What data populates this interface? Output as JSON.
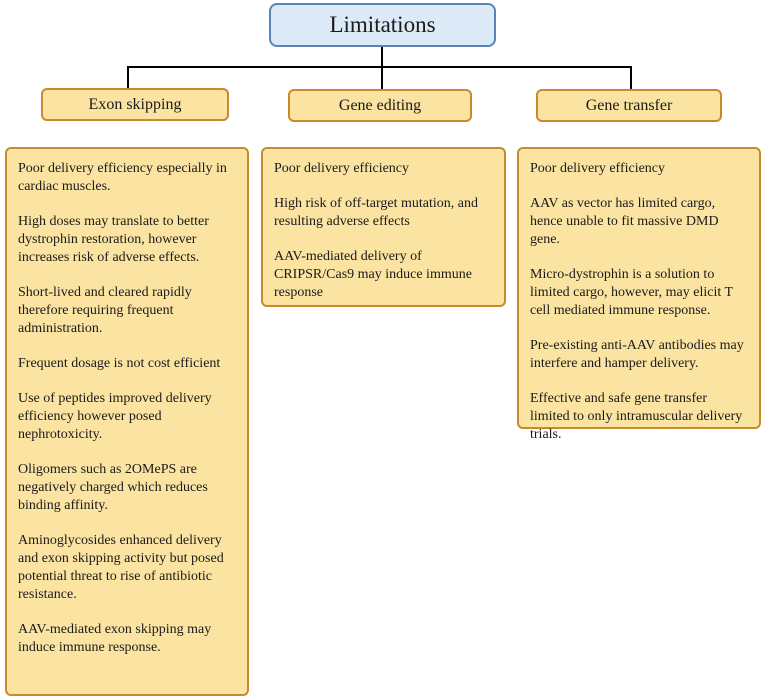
{
  "root": {
    "label": "Limitations"
  },
  "columns": [
    {
      "title": "Exon skipping",
      "items": [
        "Poor delivery efficiency especially in cardiac muscles.",
        "High doses may translate to better dystrophin restoration, however increases risk of adverse effects.",
        "Short-lived and cleared rapidly therefore requiring frequent administration.",
        "Frequent dosage is not cost efficient",
        "Use of peptides improved delivery efficiency however posed nephrotoxicity.",
        "Oligomers such as 2OMePS are negatively charged which reduces binding affinity.",
        "Aminoglycosides enhanced delivery and exon skipping activity but posed potential threat to rise of antibiotic resistance.",
        "AAV-mediated exon skipping may induce immune response."
      ]
    },
    {
      "title": "Gene editing",
      "items": [
        "Poor delivery efficiency",
        "High risk of off-target mutation, and resulting adverse effects",
        "AAV-mediated delivery of CRIPSR/Cas9 may induce immune response"
      ]
    },
    {
      "title": "Gene transfer",
      "items": [
        "Poor delivery efficiency",
        "AAV as vector has limited cargo, hence unable to fit massive DMD gene.",
        "Micro-dystrophin is a solution to limited cargo, however, may elicit T cell mediated immune response.",
        "Pre-existing anti-AAV antibodies may interfere and hamper delivery.",
        "Effective and safe gene transfer limited to only intramuscular delivery trials."
      ]
    }
  ]
}
